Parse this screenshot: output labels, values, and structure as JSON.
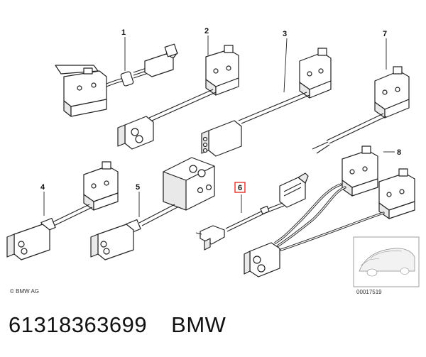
{
  "diagram": {
    "callouts": [
      "1",
      "2",
      "3",
      "7",
      "4",
      "5",
      "6",
      "8"
    ],
    "highlighted_callout": "6",
    "copyright": "© BMW AG",
    "drawing_number": "00017519"
  },
  "footer": {
    "part_number": "61318363699",
    "brand": "BMW"
  },
  "colors": {
    "highlight": "#e0302a",
    "line": "#222222"
  }
}
